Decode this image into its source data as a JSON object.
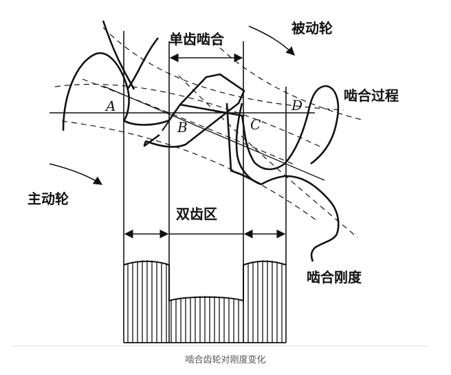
{
  "labels": {
    "single_tooth": "单齿啮合",
    "driven_gear": "被动轮",
    "meshing_process": "啮合过程",
    "driving_gear": "主动轮",
    "double_tooth_zone": "双齿区",
    "mesh_stiffness": "啮合刚度",
    "point_a": "A",
    "point_b": "B",
    "point_c": "C",
    "point_d": "D"
  },
  "caption": "啮合齿轮对刚度变化",
  "colors": {
    "ink": "#111111",
    "caption": "#555555",
    "rule": "#d9e3ea"
  }
}
